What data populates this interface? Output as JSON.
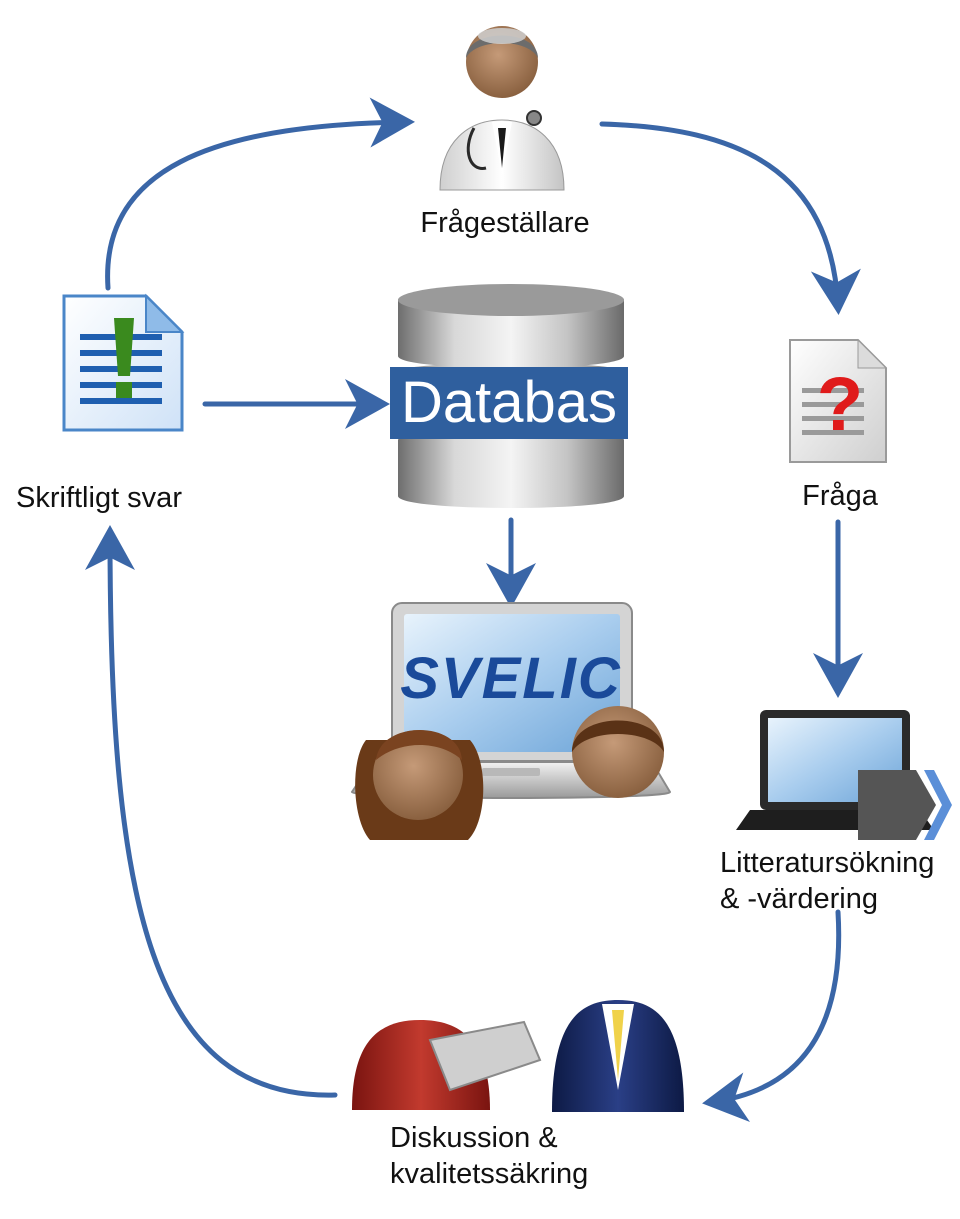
{
  "colors": {
    "arrow": "#3a66a7",
    "database_label_bg": "#2f5f9e",
    "svelic_blue": "#1a4a9a",
    "question_mark": "#e01b1b",
    "exclamation": "#3a8a1e"
  },
  "icons": {
    "doctor": "doctor-icon",
    "document_answer": "document-exclamation-icon",
    "document_question": "document-question-icon",
    "database": "database-icon",
    "svelic_laptop": "laptop-icon",
    "search_laptop": "laptop-arrow-icon",
    "team": "people-icon"
  },
  "nodes": {
    "questioner": "Frågeställare",
    "question": "Fråga",
    "literature_line1": "Litteratursökning",
    "literature_line2": "& -värdering",
    "discussion_line1": "Diskussion &",
    "discussion_line2": "kvalitetssäkring",
    "written_answer": "Skriftligt svar",
    "database": "Databas",
    "svelic": "SVELIC"
  }
}
